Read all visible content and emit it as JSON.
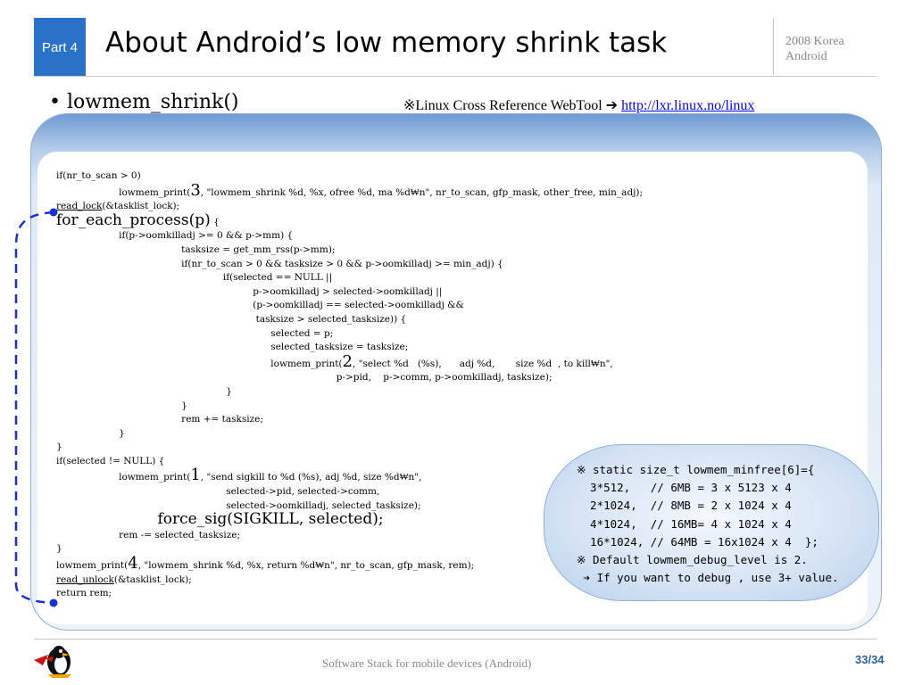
{
  "header": {
    "part_label": "Part 4",
    "title": "About Android’s low memory shrink task",
    "corner_line1": "2008 Korea",
    "corner_line2": "Android"
  },
  "bullet": {
    "text": "• lowmem_shrink()"
  },
  "reference": {
    "prefix": "※Linux Cross Reference WebTool ➔ ",
    "link": "http://lxr.linux.no/linux"
  },
  "code": {
    "l01": "if(nr_to_scan > 0)",
    "l02a": "                     lowmem_print(",
    "l02n": "3",
    "l02b": ", \"lowmem_shrink %d, %x, ofree %d, ma %d₩n\", nr_to_scan, gfp_mask, other_free, min_adj);",
    "l03a": "read_lock",
    "l03b": "(&tasklist_lock);",
    "l04a": "for_each_process(p)",
    "l04b": " {",
    "l05": "                     if(p->oomkilladj >= 0 && p->mm) {",
    "l06": "                                          tasksize = get_mm_rss(p->mm);",
    "l07": "                                          if(nr_to_scan > 0 && tasksize > 0 && p->oomkilladj >= min_adj) {",
    "l08": "                                                        if(selected == NULL ||",
    "l09": "                                                                  p->oomkilladj > selected->oomkilladj ||",
    "l10": "                                                                  (p->oomkilladj == selected->oomkilladj &&",
    "l11": "                                                                   tasksize > selected_tasksize)) {",
    "l12": "                                                                        selected = p;",
    "l13": "                                                                        selected_tasksize = tasksize;",
    "l14a": "                                                                        lowmem_print(",
    "l14n": "2",
    "l14b": ", \"select %d   (%s),      adj %d,       size %d  , to kill₩n\",",
    "l15": "                                                                                              p->pid,    p->comm, p->oomkilladj, tasksize);",
    "l16": "                                                         }",
    "l17": "                                          }",
    "l18": "                                          rem += tasksize;",
    "l19": "                     }",
    "l20": "}",
    "l21": "if(selected != NULL) {",
    "l22a": "                     lowmem_print(",
    "l22n": "1",
    "l22b": ", \"send sigkill to %d (%s), adj %d, size %d₩n\",",
    "l23": "                                                         selected->pid, selected->comm,",
    "l24": "                                                         selected->oomkilladj, selected_tasksize);",
    "l25": "                     force_sig(SIGKILL, selected);",
    "l26": "                     rem -= selected_tasksize;",
    "l27": "}",
    "l28a": "lowmem_print(",
    "l28n": "4",
    "l28b": ", \"lowmem_shrink %d, %x, return %d₩n\", nr_to_scan, gfp_mask, rem);",
    "l29a": "read_unlock",
    "l29b": "(&tasklist_lock);",
    "l30": "return rem;"
  },
  "note": {
    "line1": "※ static size_t lowmem_minfree[6]={",
    "line2": "  3*512,   // 6MB = 3 x 5123 x 4",
    "line3": "  2*1024,  // 8MB = 2 x 1024 x 4",
    "line4": "  4*1024,  // 16MB= 4 x 1024 x 4",
    "line5": "  16*1024, // 64MB = 16x1024 x 4  };",
    "line6": "※ Default lowmem_debug_level is 2.",
    "line7": " ➔ If you want to debug , use 3+ value."
  },
  "footer": {
    "text": "Software Stack for mobile devices (Android)",
    "page": "33/34"
  },
  "colors": {
    "accent": "#2a72c8",
    "arrow": "#1a2fd6",
    "page_number": "#2a5ea6"
  }
}
